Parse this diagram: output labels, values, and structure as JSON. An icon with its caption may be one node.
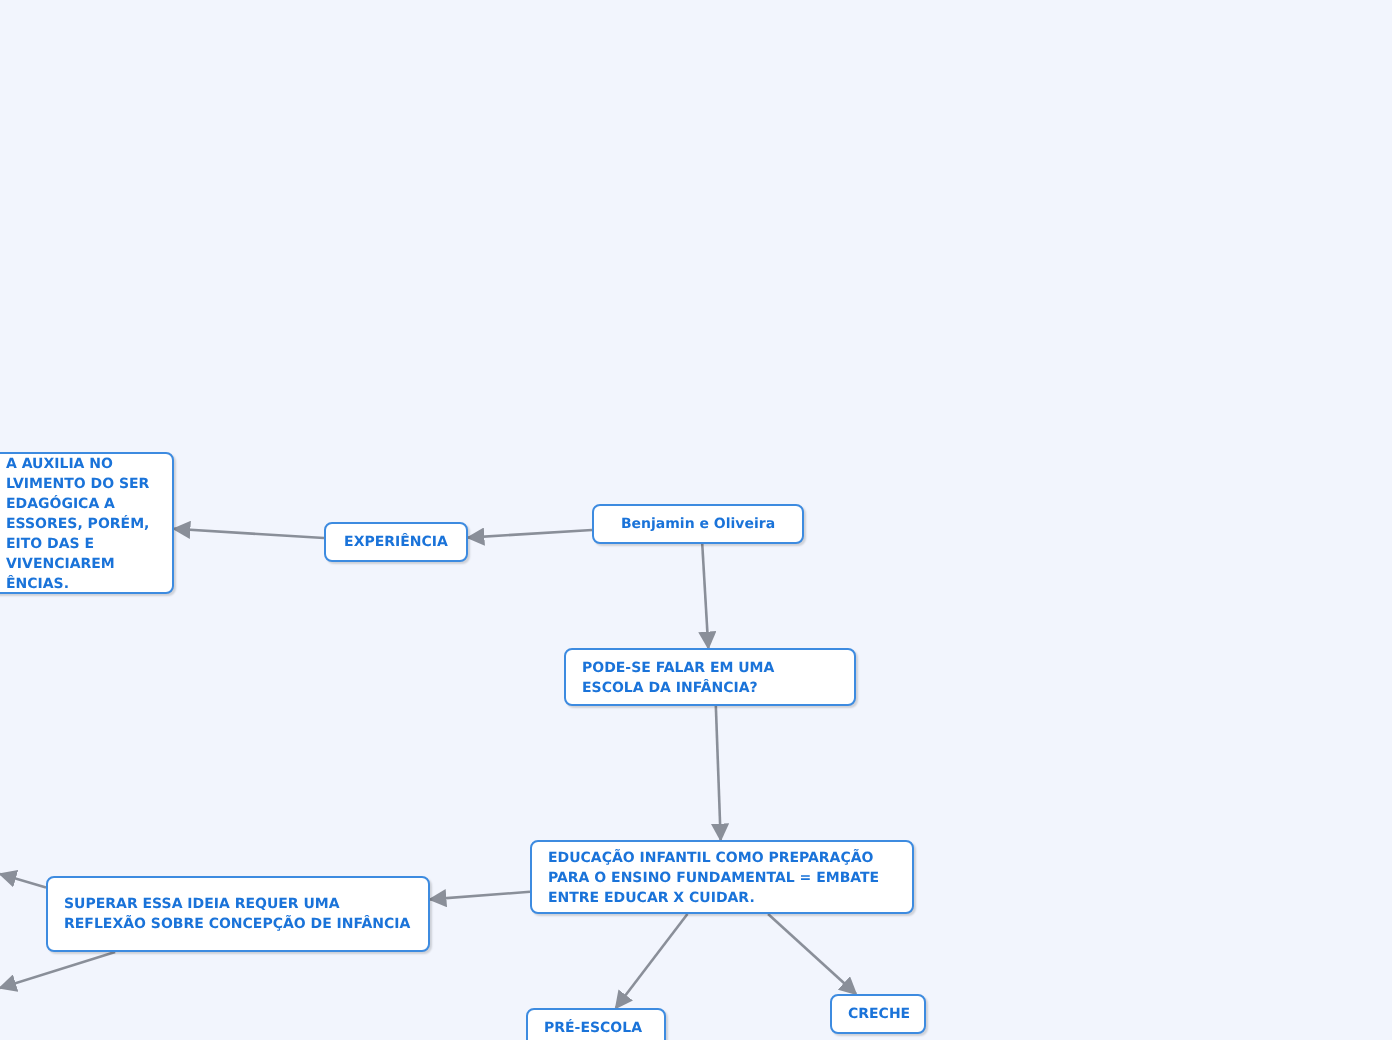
{
  "diagram": {
    "nodes": [
      {
        "text": [
          "Benjamin e Oliveira"
        ]
      },
      {
        "text": [
          "EXPERIÊNCIA"
        ]
      },
      {
        "text": [
          "A AUXILIA NO LVIMENTO DO SER EDAGÓGICA A ESSORES, PORÉM, EITO DAS E VIVENCIAREM ÊNCIAS."
        ]
      },
      {
        "text": [
          "PODE-SE FALAR EM UMA ESCOLA DA INFÂNCIA?"
        ]
      },
      {
        "text": [
          "EDUCAÇÃO INFANTIL COMO PREPARAÇÃO PARA O ENSINO FUNDAMENTAL = EMBATE ENTRE EDUCAR X CUIDAR."
        ]
      },
      {
        "text": [
          "SUPERAR ESSA IDEIA REQUER UMA REFLEXÃO SOBRE  CONCEPÇÃO DE INFÂNCIA"
        ]
      },
      {
        "text": [
          "PRÉ-ESCOLA"
        ]
      },
      {
        "text": [
          "CRECHE"
        ]
      }
    ],
    "edges": [
      {
        "from": 0,
        "to": 1,
        "arrow": "to"
      },
      {
        "from": 1,
        "to": 2,
        "arrow": "to"
      },
      {
        "from": 0,
        "to": 3,
        "arrow": "to"
      },
      {
        "from": 3,
        "to": 4,
        "arrow": "to"
      },
      {
        "from": 4,
        "to": 5,
        "arrow": "to"
      },
      {
        "from": 4,
        "to": 6,
        "arrow": "to"
      },
      {
        "from": 4,
        "to": 7,
        "arrow": "to"
      },
      {
        "from": 5,
        "to": null,
        "arrow": "to"
      },
      {
        "from": 5,
        "to": null,
        "arrow": "to"
      }
    ]
  }
}
